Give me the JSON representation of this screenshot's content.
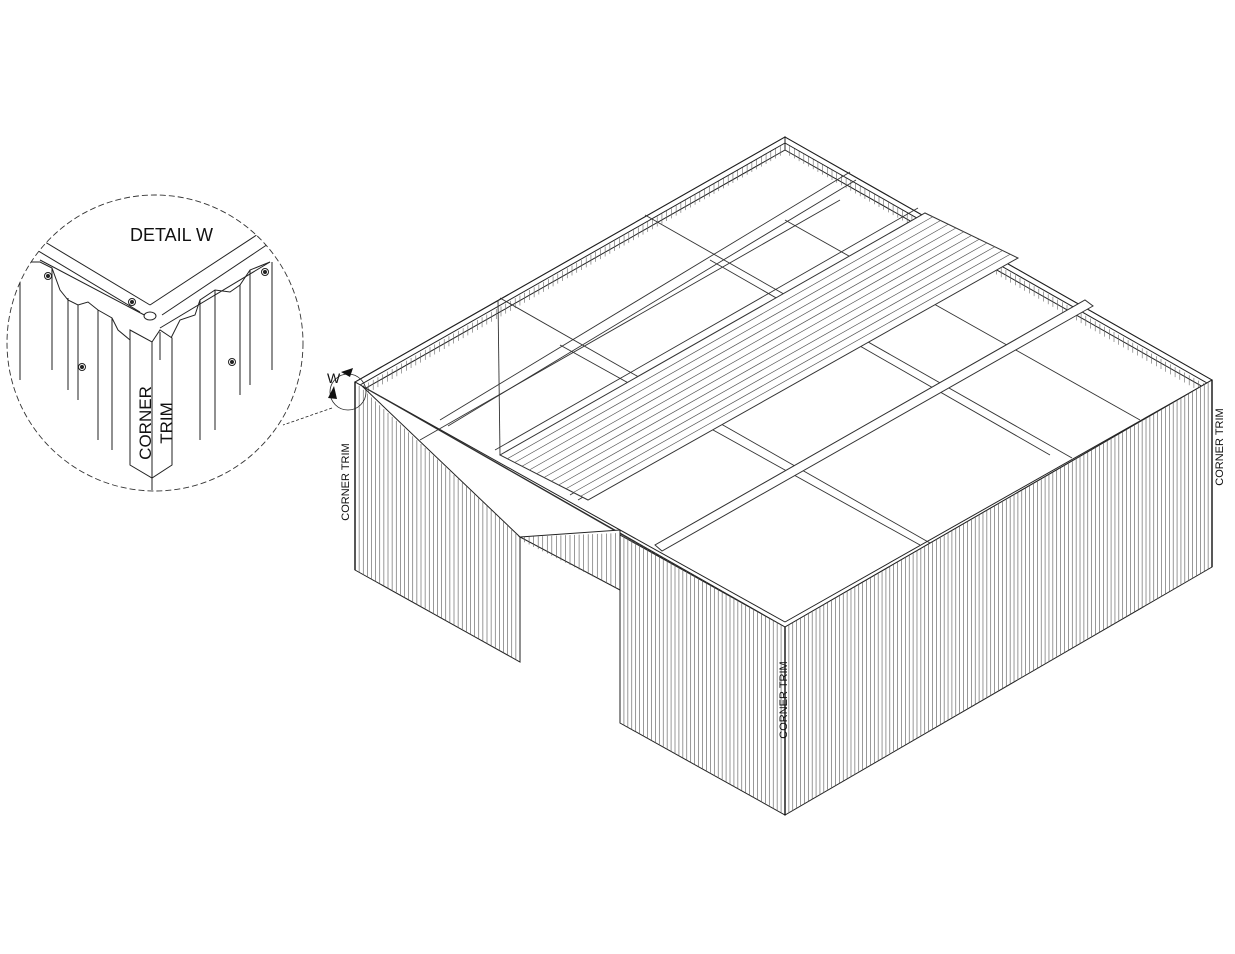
{
  "detail": {
    "title": "DETAIL W",
    "corner_label_line1": "CORNER",
    "corner_label_line2": "TRIM"
  },
  "callout": {
    "marker": "W"
  },
  "labels": {
    "left_corner_trim": "CORNER TRIM",
    "front_corner_trim": "CORNER TRIM",
    "right_corner_trim": "CORNER TRIM"
  },
  "colors": {
    "line": "#222222",
    "ribs": "#555555",
    "background": "#ffffff"
  }
}
